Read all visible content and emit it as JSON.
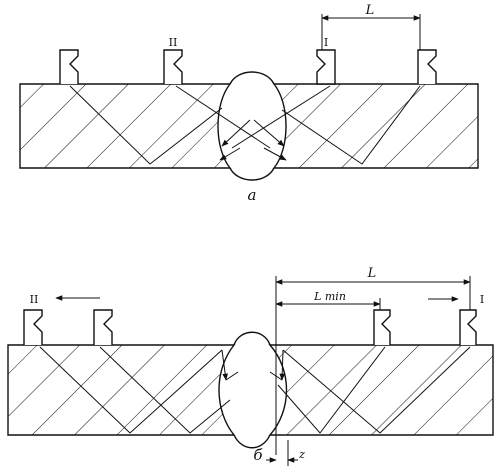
{
  "diagram_a": {
    "caption": "a",
    "probe_left_label": "II",
    "probe_right_label": "I",
    "dimension_label": "L"
  },
  "diagram_b": {
    "caption": "б",
    "probe_left_label": "II",
    "probe_right_label": "I",
    "dimension_total_label": "L",
    "dimension_min_label": "L min",
    "offset_label": "z"
  },
  "colors": {
    "ink": "#111111",
    "paper": "#ffffff"
  }
}
